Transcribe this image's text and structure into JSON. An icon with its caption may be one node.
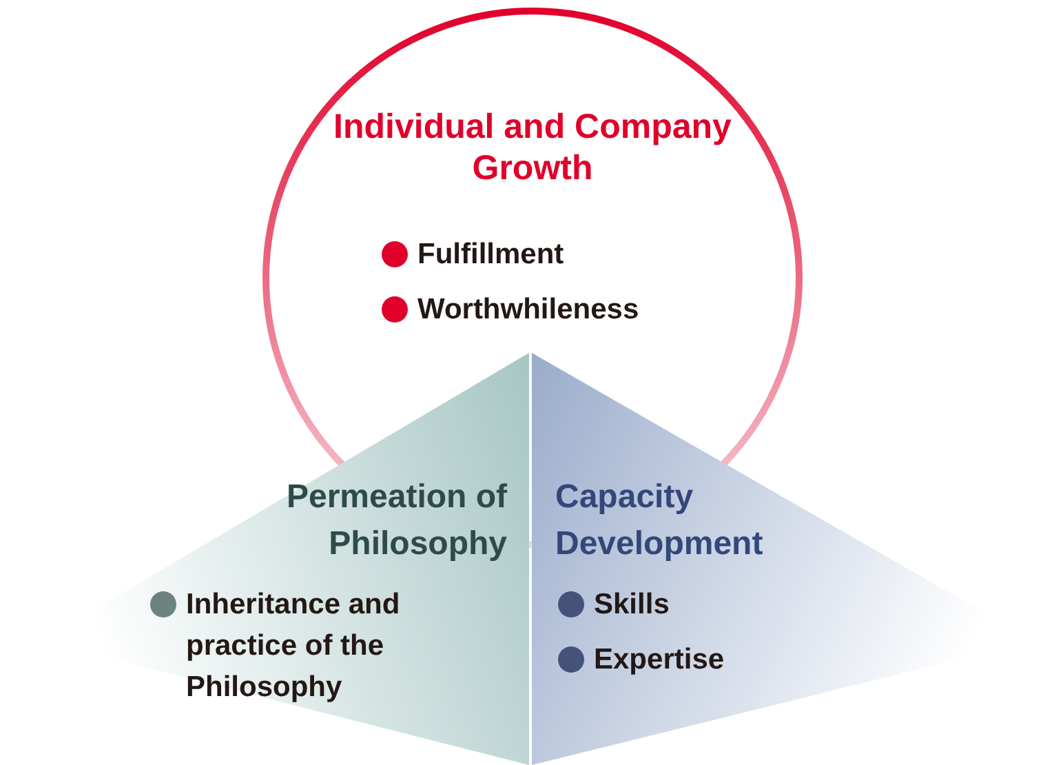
{
  "diagram": {
    "nodes": [
      {
        "text": [
          "Individual and Company Growth",
          "Fulfillment",
          "Worthwhileness"
        ]
      },
      {
        "text": [
          "Permeation of Philosophy",
          "Inheritance and practice of the Philosophy"
        ]
      },
      {
        "text": [
          "Capacity Development",
          "Skills",
          "Expertise"
        ]
      }
    ]
  }
}
